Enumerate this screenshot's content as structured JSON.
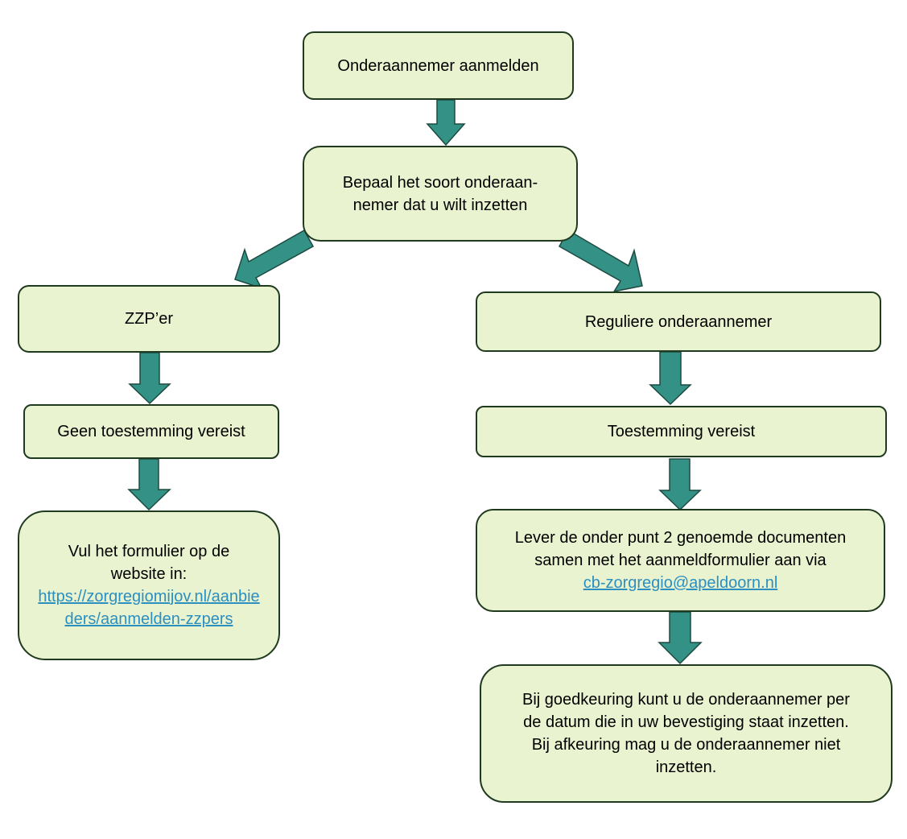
{
  "colors": {
    "box_fill": "#eaf3d0",
    "box_border": "#1f3a1f",
    "arrow_fill": "#339186",
    "arrow_stroke": "#1d4a40",
    "link": "#2b8fc0"
  },
  "nodes": {
    "start": "Onderaannemer aanmelden",
    "determine": {
      "line1": "Bepaal het soort onderaan-",
      "line2": "nemer dat u wilt inzetten"
    },
    "zzp": "ZZP’er",
    "regular": "Reguliere onderaannemer",
    "no_permission": "Geen toestemming vereist",
    "permission": "Toestemming vereist",
    "fill_form": {
      "line1": "Vul het formulier op de",
      "line2": "website in:",
      "link_line1": "https://zorgregiomijov.nl/aanbie",
      "link_line2": "ders/aanmelden-zzpers"
    },
    "submit_docs": {
      "line1": "Lever de onder punt 2 genoemde documenten",
      "line2": "samen met het aanmeldformulier aan via",
      "email": "cb-zorgregio@apeldoorn.nl"
    },
    "approval": {
      "line1": "Bij goedkeuring kunt u de onderaannemer per",
      "line2": "de datum die in uw bevestiging staat inzetten.",
      "line3": "Bij afkeuring mag u de onderaannemer niet",
      "line4": "inzetten."
    }
  }
}
